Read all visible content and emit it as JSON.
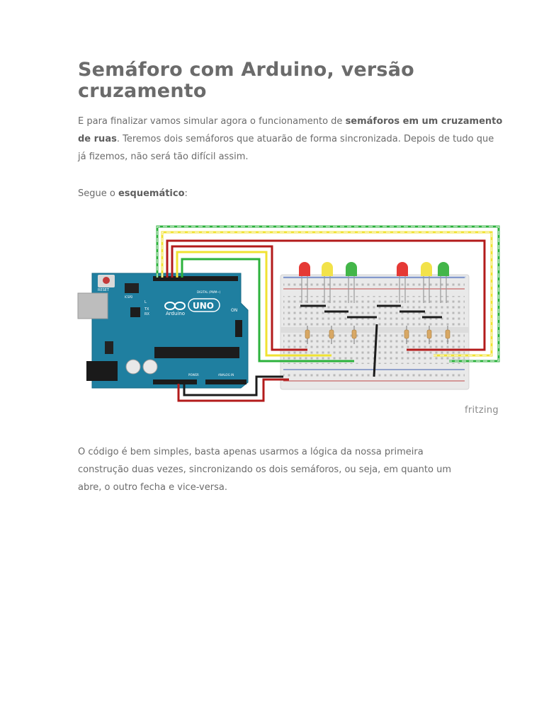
{
  "article": {
    "title": "Semáforo com Arduino, versão cruzamento",
    "intro": {
      "t1": "E para finalizar vamos simular agora o funcionamento de ",
      "b1": "semáforos em um cruzamento de ruas",
      "t2": ". Teremos dois semáforos que atuarão de forma sincronizada. Depois de tudo que já fizemos, não será tão difícil assim."
    },
    "schematic_intro": {
      "t1": "Segue o ",
      "b1": "esquemático",
      "t2": ":"
    },
    "closing": "O código é bem simples, basta apenas usarmos a lógica da nossa primeira construção duas vezes, sincronizando os dois semáforos, ou seja, em quanto um abre, o outro fecha e vice-versa."
  },
  "figure": {
    "watermark": "fritzing",
    "board_brand": "Arduino",
    "board_model": "UNO",
    "reset_label": "RESET",
    "icsp_label": "ICSP2",
    "on_label": "ON",
    "tx_label": "TX",
    "rx_label": "RX",
    "l_label": "L",
    "digital_label": "DIGITAL (PWM~)",
    "analog_label": "ANALOG IN",
    "power_label": "POWER",
    "led_colors": {
      "red": "#e53935",
      "yellow": "#f2e24a",
      "green": "#43b649"
    },
    "wire_colors": {
      "red": "#b31b1b",
      "yellow": "#f0e232",
      "green": "#2cb23c",
      "black": "#1c1c1c"
    },
    "board_color": "#1f7fa0"
  }
}
